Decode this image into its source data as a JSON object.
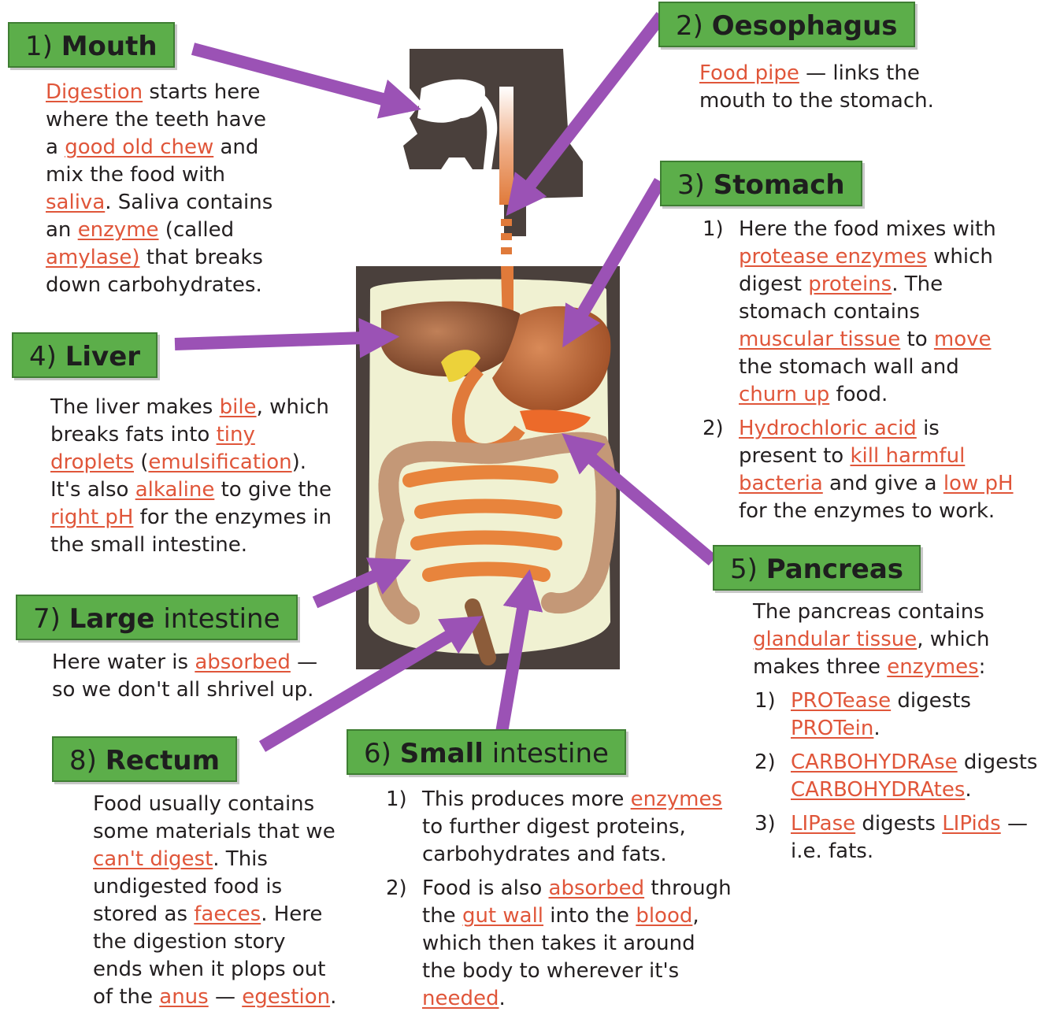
{
  "sections": {
    "mouth": {
      "number": "1)",
      "title_bold": "Mouth",
      "title_rest": "",
      "text": [
        {
          "t": "Digestion",
          "u": true
        },
        {
          "t": " starts here where the teeth have a "
        },
        {
          "t": "good old chew",
          "u": true
        },
        {
          "t": " and mix the food with "
        },
        {
          "t": "saliva",
          "u": true
        },
        {
          "t": ". Saliva contains an "
        },
        {
          "t": "enzyme",
          "u": true
        },
        {
          "t": " (called "
        },
        {
          "t": "amylase)",
          "u": true
        },
        {
          "t": " that breaks down carbohydrates."
        }
      ]
    },
    "oesophagus": {
      "number": "2)",
      "title_bold": "Oesophagus",
      "title_rest": "",
      "text": [
        {
          "t": "Food pipe",
          "u": true
        },
        {
          "t": " — links the mouth to the stomach."
        }
      ]
    },
    "stomach": {
      "number": "3)",
      "title_bold": "Stomach",
      "title_rest": "",
      "items": [
        {
          "num": "1)",
          "text": [
            {
              "t": "Here the food mixes with "
            },
            {
              "t": "protease enzymes",
              "u": true
            },
            {
              "t": " which digest "
            },
            {
              "t": "proteins",
              "u": true
            },
            {
              "t": ".  The stomach contains "
            },
            {
              "t": "muscular tissue",
              "u": true
            },
            {
              "t": " to "
            },
            {
              "t": "move",
              "u": true
            },
            {
              "t": " the stomach wall and "
            },
            {
              "t": "churn up",
              "u": true
            },
            {
              "t": " food."
            }
          ]
        },
        {
          "num": "2)",
          "text": [
            {
              "t": "Hydrochloric acid",
              "u": true
            },
            {
              "t": " is present to "
            },
            {
              "t": "kill harmful bacteria",
              "u": true
            },
            {
              "t": " and give a "
            },
            {
              "t": "low pH",
              "u": true
            },
            {
              "t": " for the enzymes to work."
            }
          ]
        }
      ]
    },
    "liver": {
      "number": "4)",
      "title_bold": "Liver",
      "title_rest": "",
      "text": [
        {
          "t": "The liver makes "
        },
        {
          "t": "bile",
          "u": true
        },
        {
          "t": ", which breaks fats into "
        },
        {
          "t": "tiny droplets",
          "u": true
        },
        {
          "t": " ("
        },
        {
          "t": "emulsification",
          "u": true
        },
        {
          "t": ").  It's also "
        },
        {
          "t": "alkaline",
          "u": true
        },
        {
          "t": " to give the "
        },
        {
          "t": "right pH",
          "u": true
        },
        {
          "t": " for the enzymes in the small intestine."
        }
      ]
    },
    "pancreas": {
      "number": "5)",
      "title_bold": "Pancreas",
      "title_rest": "",
      "intro": [
        {
          "t": "The pancreas contains "
        },
        {
          "t": "glandular tissue",
          "u": true
        },
        {
          "t": ", which makes three "
        },
        {
          "t": "enzymes",
          "u": true
        },
        {
          "t": ":"
        }
      ],
      "items": [
        {
          "num": "1)",
          "text": [
            {
              "t": "PROTease",
              "u": true
            },
            {
              "t": " digests "
            },
            {
              "t": "PROTein",
              "u": true
            },
            {
              "t": "."
            }
          ]
        },
        {
          "num": "2)",
          "text": [
            {
              "t": "CARBOHYDRAse",
              "u": true
            },
            {
              "t": " digests "
            },
            {
              "t": "CARBOHYDRAtes",
              "u": true
            },
            {
              "t": "."
            }
          ]
        },
        {
          "num": "3)",
          "text": [
            {
              "t": "LIPase",
              "u": true
            },
            {
              "t": " digests "
            },
            {
              "t": "LIPids",
              "u": true
            },
            {
              "t": " — i.e. fats."
            }
          ]
        }
      ]
    },
    "small_intestine": {
      "number": "6)",
      "title_bold": "Small",
      "title_rest": "intestine",
      "items": [
        {
          "num": "1)",
          "text": [
            {
              "t": "This produces more "
            },
            {
              "t": "enzymes",
              "u": true
            },
            {
              "t": " to further digest proteins, carbohydrates and fats."
            }
          ]
        },
        {
          "num": "2)",
          "text": [
            {
              "t": "Food is also "
            },
            {
              "t": "absorbed",
              "u": true
            },
            {
              "t": " through the "
            },
            {
              "t": "gut wall",
              "u": true
            },
            {
              "t": " into the "
            },
            {
              "t": "blood",
              "u": true
            },
            {
              "t": ", which then takes it around the body to wherever it's "
            },
            {
              "t": "needed",
              "u": true
            },
            {
              "t": "."
            }
          ]
        }
      ]
    },
    "large_intestine": {
      "number": "7)",
      "title_bold": "Large",
      "title_rest": "intestine",
      "text": [
        {
          "t": "Here water is "
        },
        {
          "t": "absorbed",
          "u": true
        },
        {
          "t": " — so we don't all shrivel up."
        }
      ]
    },
    "rectum": {
      "number": "8)",
      "title_bold": "Rectum",
      "title_rest": "",
      "text": [
        {
          "t": "Food usually contains some materials that we "
        },
        {
          "t": "can't digest",
          "u": true
        },
        {
          "t": ". This undigested food is stored as "
        },
        {
          "t": "faeces",
          "u": true
        },
        {
          "t": ".  Here the digestion story ends when it plops out of the "
        },
        {
          "t": "anus",
          "u": true
        },
        {
          "t": " — "
        },
        {
          "t": "egestion",
          "u": true
        },
        {
          "t": "."
        }
      ]
    }
  },
  "colors": {
    "label_green": "#5cae4a",
    "arrow_purple": "#9b52b5",
    "keyword_red": "#e0563a",
    "body_dark": "#4a403c"
  }
}
